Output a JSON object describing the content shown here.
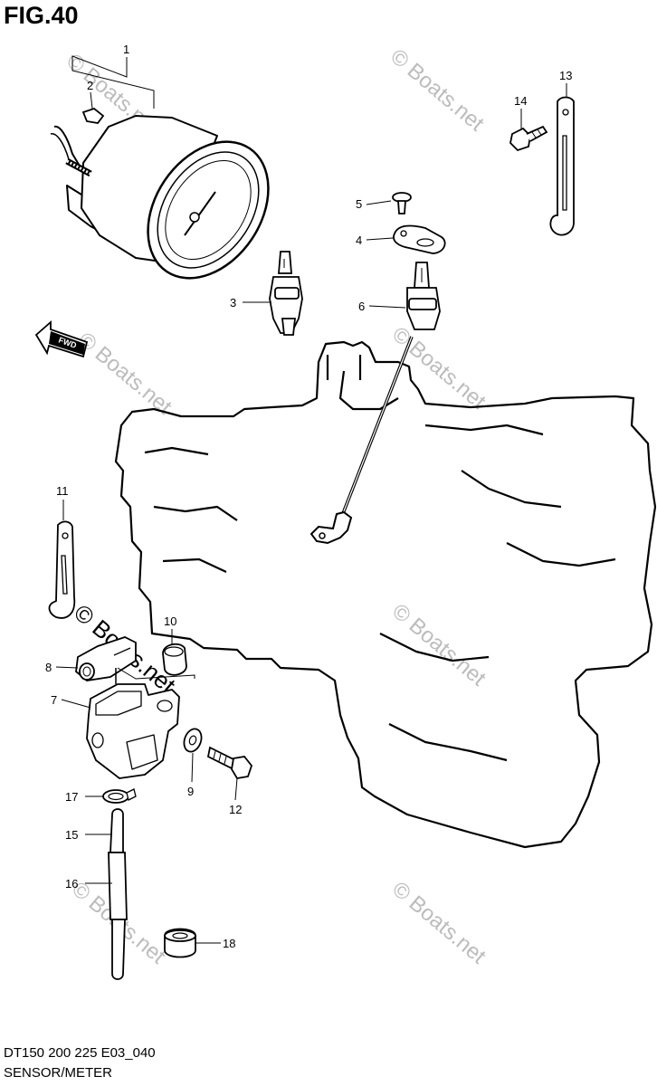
{
  "figure": {
    "title": "FIG.40"
  },
  "callouts": [
    "1",
    "2",
    "3",
    "4",
    "5",
    "6",
    "7",
    "8",
    "9",
    "10",
    "11",
    "12",
    "13",
    "14",
    "15",
    "16",
    "17",
    "18"
  ],
  "direction_marker": "FWD",
  "watermark": "© Boats.net",
  "footer": {
    "code": "DT150 200 225 E03_040",
    "name": "SENSOR/METER"
  },
  "colors": {
    "ink": "#000000",
    "watermark": "#bcbcbc",
    "background": "#ffffff"
  }
}
